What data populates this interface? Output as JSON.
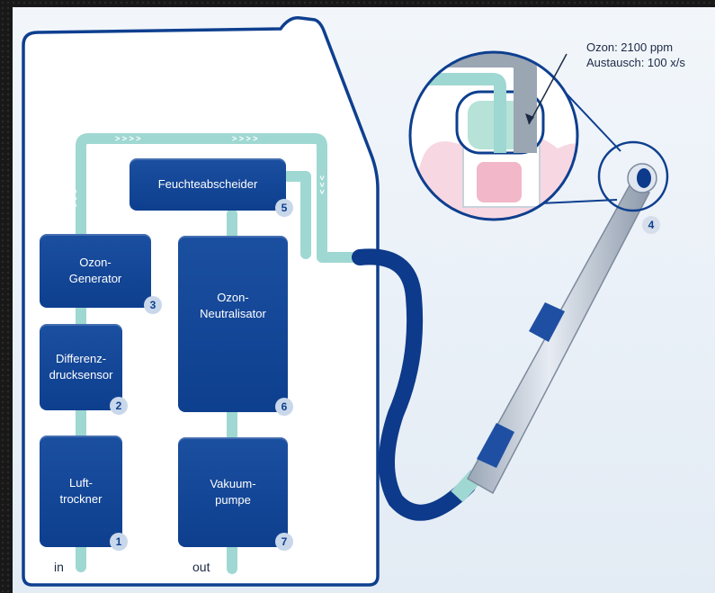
{
  "boxes": {
    "lufttrockner": {
      "label": "Luft-\ntrockner",
      "num": "1"
    },
    "differenzdrucksensor": {
      "label": "Differenz-\ndrucksensor",
      "num": "2"
    },
    "ozon_generator": {
      "label": "Ozon-\nGenerator",
      "num": "3"
    },
    "handstueck": {
      "num": "4"
    },
    "feuchteabscheider": {
      "label": "Feuchteabscheider",
      "num": "5"
    },
    "ozon_neutralisator": {
      "label": "Ozon-\nNeutralisator",
      "num": "6"
    },
    "vakuumpumpe": {
      "label": "Vakuum-\npumpe",
      "num": "7"
    }
  },
  "ports": {
    "in": "in",
    "out": "out"
  },
  "annotation": {
    "line1": "Ozon: 2100 ppm",
    "line2": "Austausch: 100 x/s"
  },
  "colors": {
    "box_blue": "#0e3f8f",
    "flow_teal": "#9fd8d2",
    "tube_blue": "#0d3a8a",
    "housing_line": "#0e3f8f"
  }
}
